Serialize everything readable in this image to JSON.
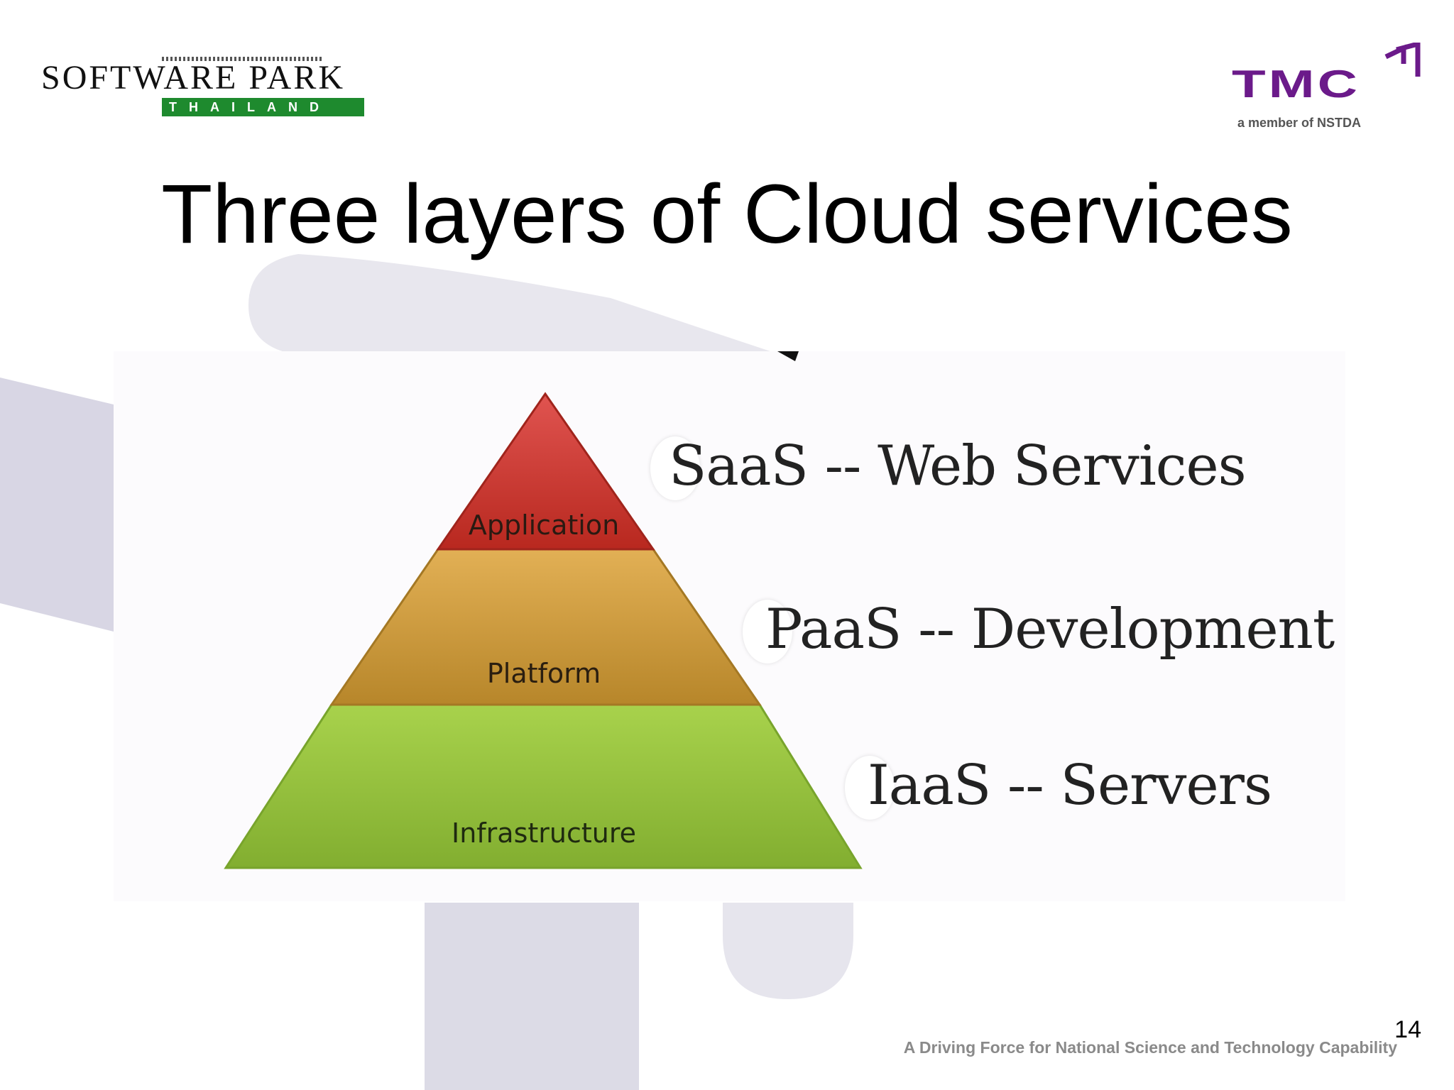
{
  "slide": {
    "title": "Three layers of Cloud services",
    "number": "14",
    "footer": "A Driving Force for National Science and Technology Capability"
  },
  "logos": {
    "left": {
      "name": "SOFTWARE PARK",
      "sub": "THAILAND"
    },
    "right": {
      "name": "TMC",
      "sub": "a member of NSTDA"
    }
  },
  "pyramid": {
    "layers": [
      {
        "label": "Application",
        "color": "#c8312f",
        "description": "SaaS -- Web Services"
      },
      {
        "label": "Platform",
        "color": "#d09a32",
        "description": "PaaS -- Development"
      },
      {
        "label": "Infrastructure",
        "color": "#94c33c",
        "description": "IaaS -- Servers"
      }
    ]
  },
  "colors": {
    "decor": "#dcdbe6",
    "title_text": "#000000",
    "footer_text": "#8a8a8a"
  }
}
